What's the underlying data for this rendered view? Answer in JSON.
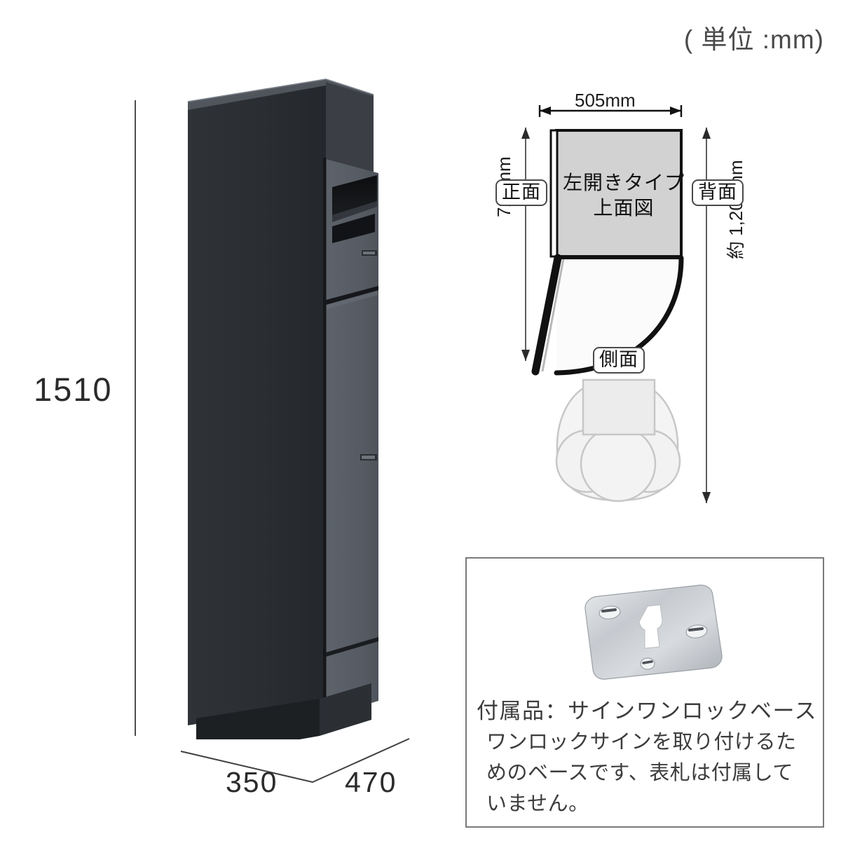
{
  "unit_note": "( 単位 :mm)",
  "elevation": {
    "height_label": "1510",
    "depth_label": "350",
    "width_label": "470"
  },
  "topview": {
    "width_dim": "505mm",
    "depth_dim": "725mm",
    "clearance_dim": "約 1,200mm",
    "caption_line1": "左開きタイプ",
    "caption_line2": "上面図",
    "badge_front": "正面",
    "badge_rear": "背面",
    "badge_side": "側面"
  },
  "accessory": {
    "title": "付属品：サインワンロックベース",
    "description": "ワンロックサインを取り付けるためのベースです、表札は付属していません。"
  },
  "colors": {
    "cabinet_front": "#2b2e33",
    "cabinet_side": "#575c64",
    "cabinet_top": "#494e56",
    "plate_chrome": "#c9ccd0",
    "line": "#4d4d4d",
    "topview_fill": "#d2d2d2"
  }
}
